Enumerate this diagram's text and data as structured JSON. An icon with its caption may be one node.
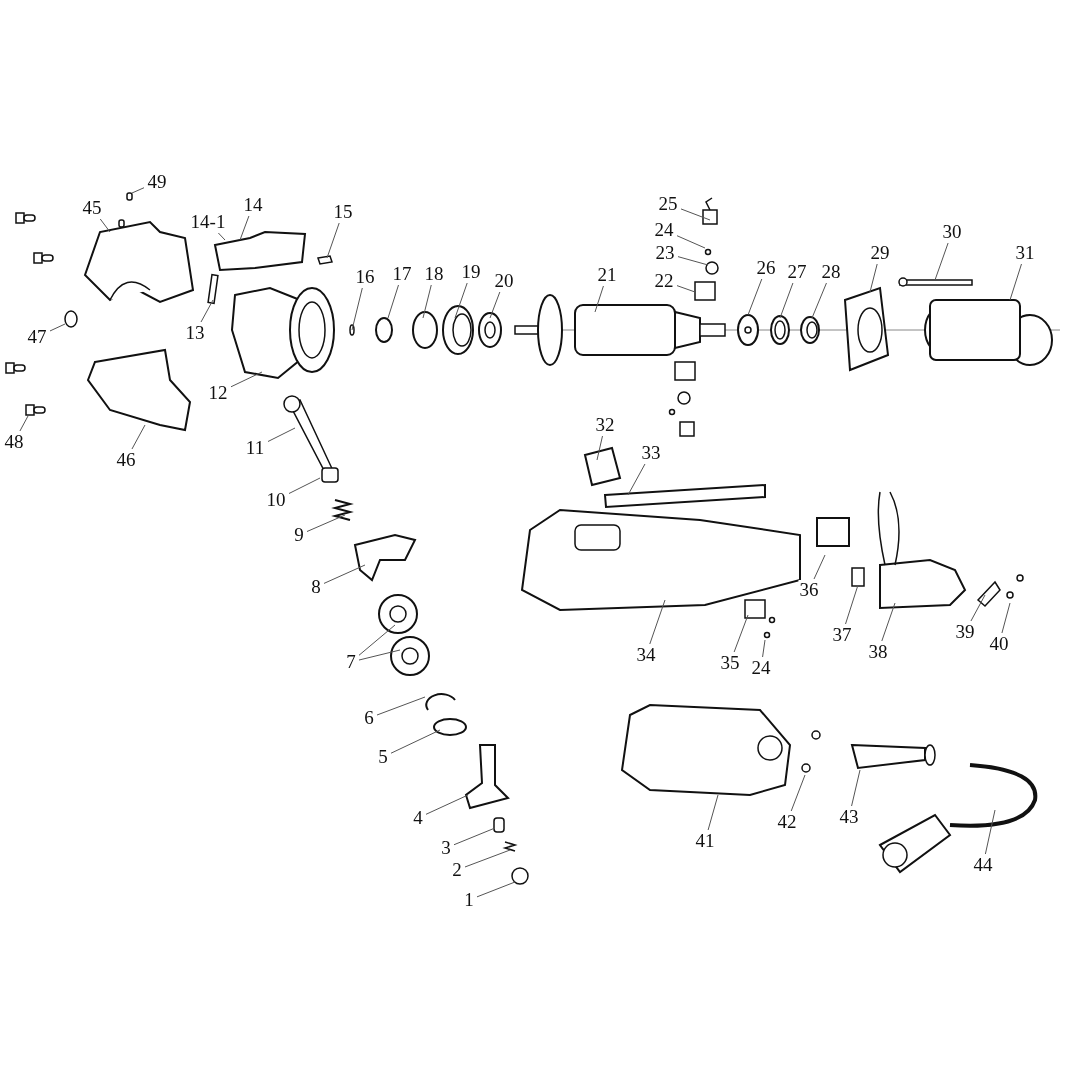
{
  "diagram": {
    "nodes": [
      {
        "text": [
          "49"
        ]
      },
      {
        "text": [
          "45"
        ]
      },
      {
        "text": [
          "14"
        ]
      },
      {
        "text": [
          "25"
        ]
      },
      {
        "text": [
          "15"
        ]
      },
      {
        "text": [
          "14-1"
        ]
      },
      {
        "text": [
          "24"
        ]
      },
      {
        "text": [
          "30"
        ]
      },
      {
        "text": [
          "23"
        ]
      },
      {
        "text": [
          "29"
        ]
      },
      {
        "text": [
          "31"
        ]
      },
      {
        "text": [
          "26"
        ]
      },
      {
        "text": [
          "27"
        ]
      },
      {
        "text": [
          "28"
        ]
      },
      {
        "text": [
          "16"
        ]
      },
      {
        "text": [
          "17"
        ]
      },
      {
        "text": [
          "18"
        ]
      },
      {
        "text": [
          "19"
        ]
      },
      {
        "text": [
          "20"
        ]
      },
      {
        "text": [
          "21"
        ]
      },
      {
        "text": [
          "22"
        ]
      },
      {
        "text": [
          "13"
        ]
      },
      {
        "text": [
          "47"
        ]
      },
      {
        "text": [
          "12"
        ]
      },
      {
        "text": [
          "48"
        ]
      },
      {
        "text": [
          "32"
        ]
      },
      {
        "text": [
          "11"
        ]
      },
      {
        "text": [
          "33"
        ]
      },
      {
        "text": [
          "46"
        ]
      },
      {
        "text": [
          "10"
        ]
      },
      {
        "text": [
          "9"
        ]
      },
      {
        "text": [
          "8"
        ]
      },
      {
        "text": [
          "36"
        ]
      },
      {
        "text": [
          "39"
        ]
      },
      {
        "text": [
          "37"
        ]
      },
      {
        "text": [
          "40"
        ]
      },
      {
        "text": [
          "38"
        ]
      },
      {
        "text": [
          "34"
        ]
      },
      {
        "text": [
          "7"
        ]
      },
      {
        "text": [
          "35"
        ]
      },
      {
        "text": [
          "24"
        ]
      },
      {
        "text": [
          "6"
        ]
      },
      {
        "text": [
          "5"
        ]
      },
      {
        "text": [
          "43"
        ]
      },
      {
        "text": [
          "4"
        ]
      },
      {
        "text": [
          "42"
        ]
      },
      {
        "text": [
          "41"
        ]
      },
      {
        "text": [
          "3"
        ]
      },
      {
        "text": [
          "44"
        ]
      },
      {
        "text": [
          "2"
        ]
      },
      {
        "text": [
          "1"
        ]
      }
    ],
    "edges": [
      {
        "from": 0,
        "to": null,
        "arrow": "none"
      },
      {
        "from": 1,
        "to": null,
        "arrow": "none"
      },
      {
        "from": 2,
        "to": null,
        "arrow": "none"
      },
      {
        "from": 3,
        "to": null,
        "arrow": "none"
      },
      {
        "from": 4,
        "to": null,
        "arrow": "none"
      },
      {
        "from": 5,
        "to": null,
        "arrow": "none"
      },
      {
        "from": 6,
        "to": null,
        "arrow": "none"
      },
      {
        "from": 7,
        "to": null,
        "arrow": "none"
      },
      {
        "from": 8,
        "to": null,
        "arrow": "none"
      },
      {
        "from": 9,
        "to": null,
        "arrow": "none"
      },
      {
        "from": 10,
        "to": null,
        "arrow": "none"
      },
      {
        "from": 11,
        "to": null,
        "arrow": "none"
      },
      {
        "from": 12,
        "to": null,
        "arrow": "none"
      },
      {
        "from": 13,
        "to": null,
        "arrow": "none"
      },
      {
        "from": 14,
        "to": null,
        "arrow": "none"
      },
      {
        "from": 15,
        "to": null,
        "arrow": "none"
      },
      {
        "from": 16,
        "to": null,
        "arrow": "none"
      },
      {
        "from": 17,
        "to": null,
        "arrow": "none"
      },
      {
        "from": 18,
        "to": null,
        "arrow": "none"
      },
      {
        "from": 19,
        "to": null,
        "arrow": "none"
      },
      {
        "from": 20,
        "to": null,
        "arrow": "none"
      },
      {
        "from": 21,
        "to": null,
        "arrow": "none"
      },
      {
        "from": 22,
        "to": null,
        "arrow": "none"
      },
      {
        "from": 23,
        "to": null,
        "arrow": "none"
      },
      {
        "from": 24,
        "to": null,
        "arrow": "none"
      },
      {
        "from": 25,
        "to": null,
        "arrow": "none"
      },
      {
        "from": 26,
        "to": null,
        "arrow": "none"
      },
      {
        "from": 27,
        "to": null,
        "arrow": "none"
      },
      {
        "from": 28,
        "to": null,
        "arrow": "none"
      },
      {
        "from": 29,
        "to": null,
        "arrow": "none"
      },
      {
        "from": 30,
        "to": null,
        "arrow": "none"
      },
      {
        "from": 31,
        "to": null,
        "arrow": "none"
      },
      {
        "from": 32,
        "to": null,
        "arrow": "none"
      },
      {
        "from": 33,
        "to": null,
        "arrow": "none"
      },
      {
        "from": 34,
        "to": null,
        "arrow": "none"
      },
      {
        "from": 35,
        "to": null,
        "arrow": "none"
      },
      {
        "from": 36,
        "to": null,
        "arrow": "none"
      },
      {
        "from": 37,
        "to": null,
        "arrow": "none"
      },
      {
        "from": 38,
        "to": null,
        "arrow": "none"
      },
      {
        "from": 38,
        "to": null,
        "arrow": "none"
      },
      {
        "from": 39,
        "to": null,
        "arrow": "none"
      },
      {
        "from": 40,
        "to": null,
        "arrow": "none"
      },
      {
        "from": 41,
        "to": null,
        "arrow": "none"
      },
      {
        "from": 42,
        "to": null,
        "arrow": "none"
      },
      {
        "from": 43,
        "to": null,
        "arrow": "none"
      },
      {
        "from": 44,
        "to": null,
        "arrow": "none"
      },
      {
        "from": 45,
        "to": null,
        "arrow": "none"
      },
      {
        "from": 46,
        "to": null,
        "arrow": "none"
      },
      {
        "from": 47,
        "to": null,
        "arrow": "none"
      },
      {
        "from": 48,
        "to": null,
        "arrow": "none"
      },
      {
        "from": 49,
        "to": null,
        "arrow": "none"
      },
      {
        "from": 50,
        "to": null,
        "arrow": "none"
      }
    ]
  }
}
